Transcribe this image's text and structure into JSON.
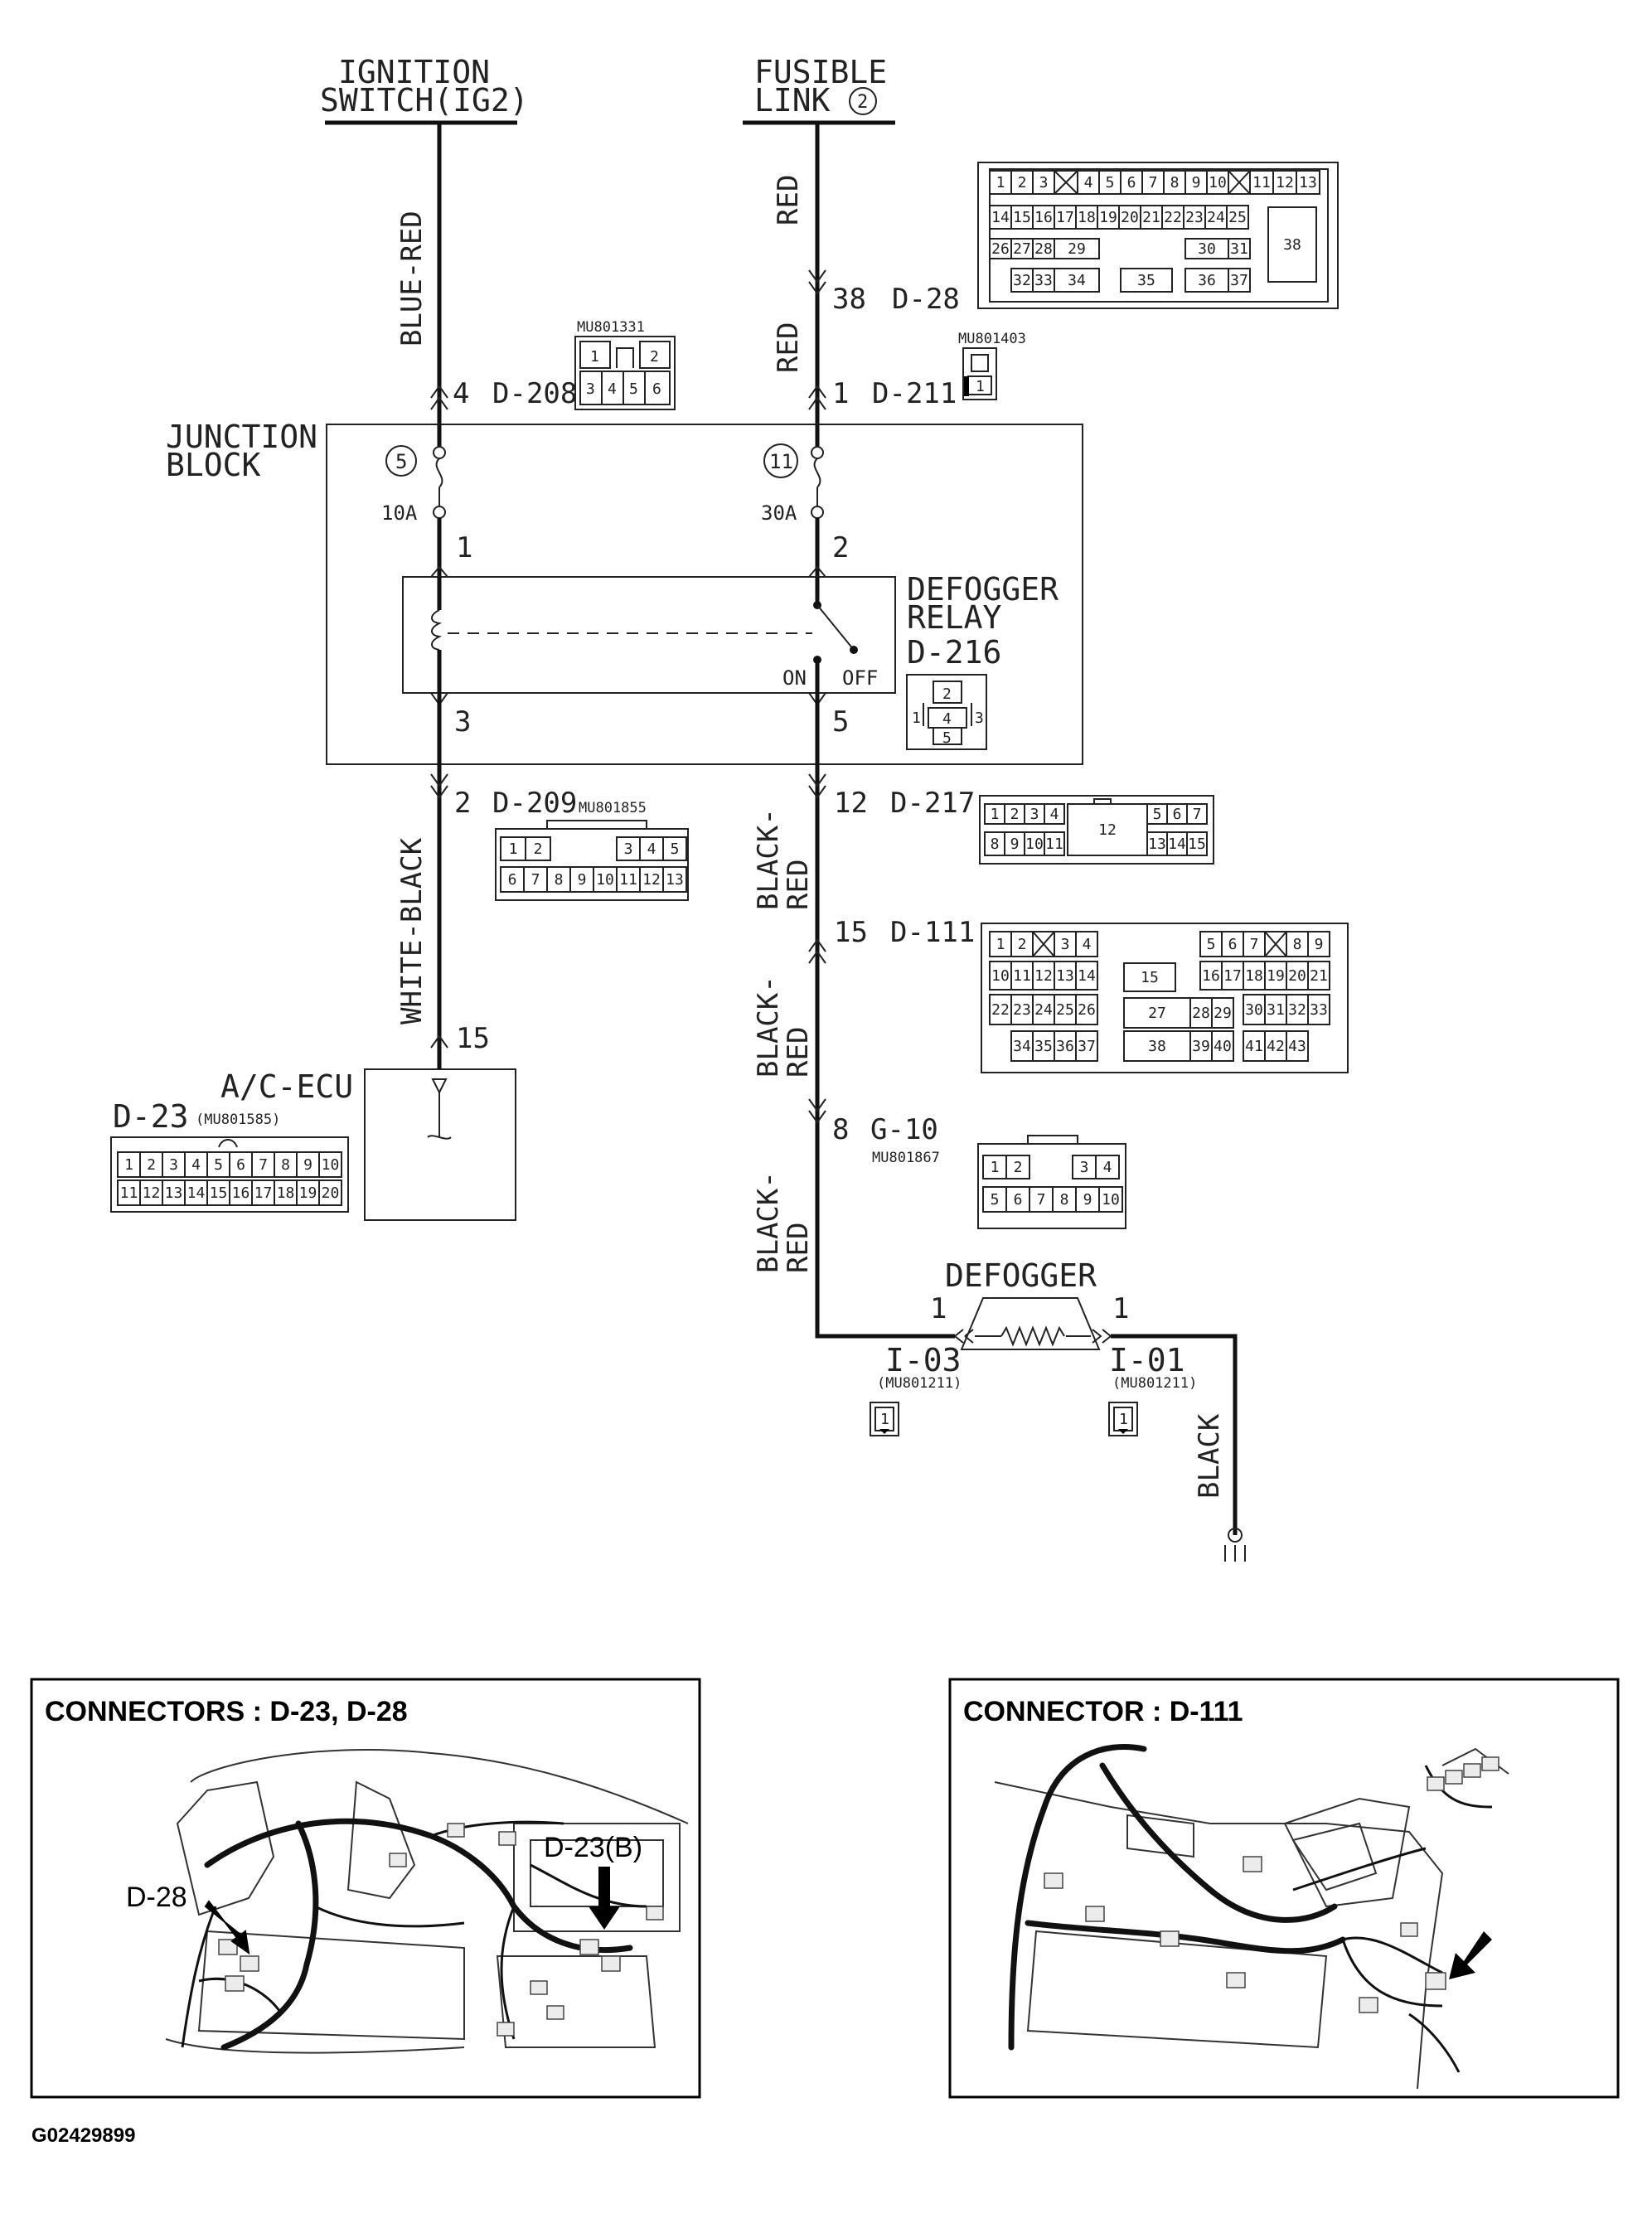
{
  "sources": {
    "ignition": [
      "IGNITION",
      "SWITCH(IG2)"
    ],
    "fusible": [
      "FUSIBLE",
      "LINK"
    ],
    "fusible_num": "2"
  },
  "wires": {
    "blue_red": "BLUE-RED",
    "red_top": "RED",
    "red_mid": "RED",
    "white_black": "WHITE-BLACK",
    "black_red_1": [
      "BLACK-",
      "RED"
    ],
    "black_red_2": [
      "BLACK-",
      "RED"
    ],
    "black_red_3": [
      "BLACK-",
      "RED"
    ],
    "black": "BLACK"
  },
  "junction": {
    "title": [
      "JUNCTION",
      "BLOCK"
    ],
    "fuse_left_num": "5",
    "fuse_left_amp": "10A",
    "fuse_right_num": "11",
    "fuse_right_amp": "30A",
    "pin_1": "1",
    "pin_2": "2",
    "pin_3": "3",
    "pin_5": "5"
  },
  "relay": {
    "title": [
      "DEFOGGER",
      "RELAY"
    ],
    "connector": "D-216",
    "on": "ON",
    "off": "OFF",
    "pins": [
      "2",
      "1",
      "4",
      "3",
      "5"
    ]
  },
  "connectors": {
    "d208": {
      "pin": "4",
      "name": "D-208",
      "part": "MU801331",
      "pins": [
        "1",
        "2",
        "3",
        "4",
        "5",
        "6"
      ]
    },
    "d211": {
      "pin": "1",
      "name": "D-211",
      "part": "MU801403",
      "pins": [
        "1"
      ]
    },
    "d28": {
      "pin": "38",
      "name": "D-28",
      "pins": [
        "1",
        "2",
        "3",
        "4",
        "5",
        "6",
        "7",
        "8",
        "9",
        "10",
        "11",
        "12",
        "13",
        "14",
        "15",
        "16",
        "17",
        "18",
        "19",
        "20",
        "21",
        "22",
        "23",
        "24",
        "25",
        "26",
        "27",
        "28",
        "29",
        "30",
        "31",
        "32",
        "33",
        "34",
        "35",
        "36",
        "37",
        "38"
      ]
    },
    "d209": {
      "pin": "2",
      "name": "D-209",
      "part": "MU801855",
      "pins": [
        "1",
        "2",
        "3",
        "4",
        "5",
        "6",
        "7",
        "8",
        "9",
        "10",
        "11",
        "12",
        "13"
      ]
    },
    "d217": {
      "pin": "12",
      "name": "D-217",
      "pins": [
        "1",
        "2",
        "3",
        "4",
        "12",
        "5",
        "6",
        "7",
        "8",
        "9",
        "10",
        "11",
        "13",
        "14",
        "15"
      ]
    },
    "d111": {
      "pin": "15",
      "name": "D-111",
      "pins": [
        "1",
        "2",
        "3",
        "4",
        "5",
        "6",
        "7",
        "8",
        "9",
        "10",
        "11",
        "12",
        "13",
        "14",
        "15",
        "16",
        "17",
        "18",
        "19",
        "20",
        "21",
        "22",
        "23",
        "24",
        "25",
        "26",
        "27",
        "28",
        "29",
        "30",
        "31",
        "32",
        "33",
        "34",
        "35",
        "36",
        "37",
        "38",
        "39",
        "40",
        "41",
        "42",
        "43"
      ]
    },
    "g10": {
      "pin": "8",
      "name": "G-10",
      "part": "MU801867",
      "pins": [
        "1",
        "2",
        "3",
        "4",
        "5",
        "6",
        "7",
        "8",
        "9",
        "10"
      ]
    },
    "d23": {
      "name": "D-23",
      "part": "(MU801585)",
      "pins": [
        "1",
        "2",
        "3",
        "4",
        "5",
        "6",
        "7",
        "8",
        "9",
        "10",
        "11",
        "12",
        "13",
        "14",
        "15",
        "16",
        "17",
        "18",
        "19",
        "20"
      ]
    },
    "i03": {
      "name": "I-03",
      "part": "(MU801211)",
      "pin": "1"
    },
    "i01": {
      "name": "I-01",
      "part": "(MU801211)",
      "pin": "1"
    }
  },
  "ecu": {
    "title": "A/C-ECU",
    "pin": "15"
  },
  "defogger": {
    "title": "DEFOGGER",
    "pin_left": "1",
    "pin_right": "1"
  },
  "panels": {
    "left": {
      "title": "CONNECTORS : D-23, D-28",
      "callout_1": "D-28",
      "callout_2": "D-23(B)"
    },
    "right": {
      "title": "CONNECTOR : D-111"
    }
  },
  "figure_code": "G02429899"
}
